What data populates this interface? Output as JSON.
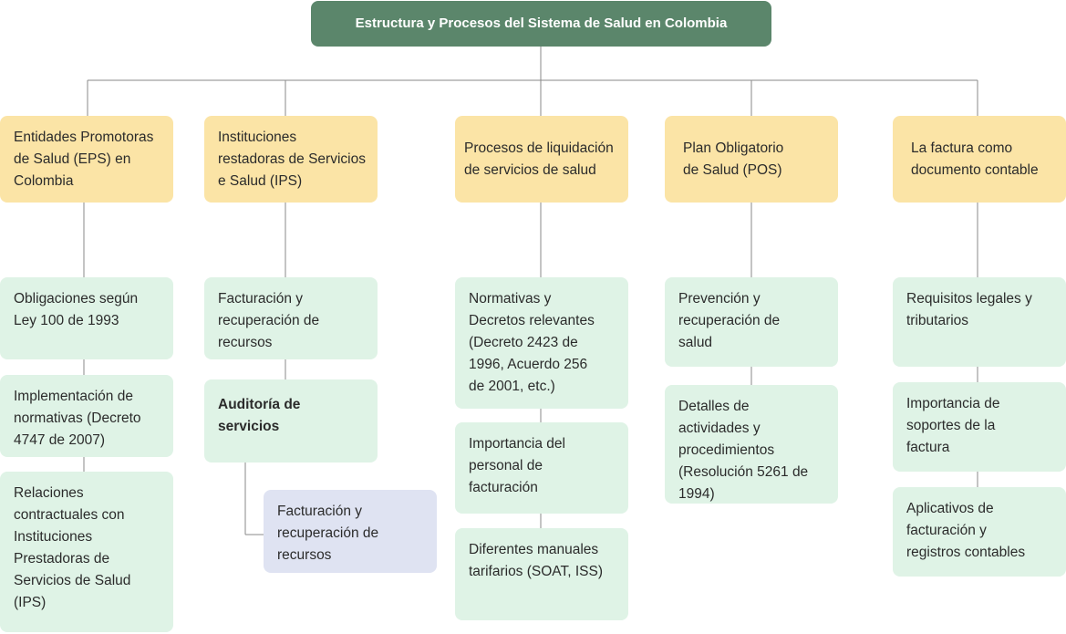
{
  "title": "Estructura y Procesos del Sistema de Salud en Colombia",
  "columns": [
    {
      "header": "Entidades Promotoras\nde Salud (EPS) en\nColombia",
      "items": [
        "Obligaciones según\nLey 100 de 1993",
        "Implementación de\nnormativas (Decreto\n4747 de 2007)",
        "Relaciones\ncontractuales con\nInstituciones\nPrestadoras de\nServicios de Salud\n(IPS)"
      ]
    },
    {
      "header": "Instituciones\nrestadoras de Servicios\ne Salud (IPS)",
      "items": [
        "Facturación y\nrecuperación de\nrecursos",
        "Auditoría de\nservicios"
      ],
      "sub_item": "Facturación y\nrecuperación de\nrecursos"
    },
    {
      "header": "Procesos de liquidación\nde servicios de salud",
      "items": [
        "Normativas y\nDecretos relevantes\n(Decreto 2423 de\n1996, Acuerdo 256\nde 2001, etc.)",
        "Importancia del\npersonal de\nfacturación",
        "Diferentes manuales\ntarifarios (SOAT, ISS)"
      ]
    },
    {
      "header": "Plan Obligatorio\nde Salud (POS)",
      "items": [
        "Prevención y\nrecuperación de\nsalud",
        "Detalles de\nactividades y\nprocedimientos\n(Resolución 5261 de\n1994)"
      ]
    },
    {
      "header": "La factura como\ndocumento contable",
      "items": [
        "Requisitos legales y\ntributarios",
        "Importancia de\nsoportes de la\nfactura",
        "Aplicativos de\nfacturación y\nregistros contables"
      ]
    }
  ]
}
